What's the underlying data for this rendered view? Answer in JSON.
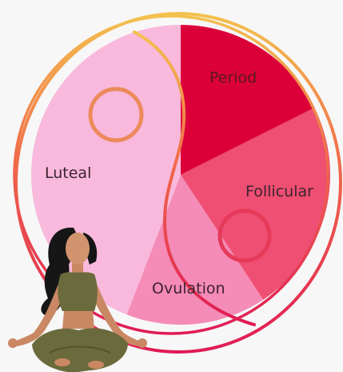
{
  "diagram": {
    "phases": [
      {
        "key": "period",
        "label": "Period",
        "color": "#dc0039",
        "label_color": "#5a1a1a"
      },
      {
        "key": "follicular",
        "label": "Follicular",
        "color": "#ee4f72",
        "label_color": "#3d2330"
      },
      {
        "key": "ovulation",
        "label": "Ovulation",
        "color": "#f58bb7",
        "label_color": "#3d2330"
      },
      {
        "key": "luteal",
        "label": "Luteal",
        "color": "#f8b9dc",
        "label_color": "#3d2330"
      }
    ],
    "ring_gradient": {
      "top": "#f3c14e",
      "middle": "#f06a4a",
      "bottom": "#e01a55"
    },
    "figure": "meditating-woman-illustration"
  }
}
